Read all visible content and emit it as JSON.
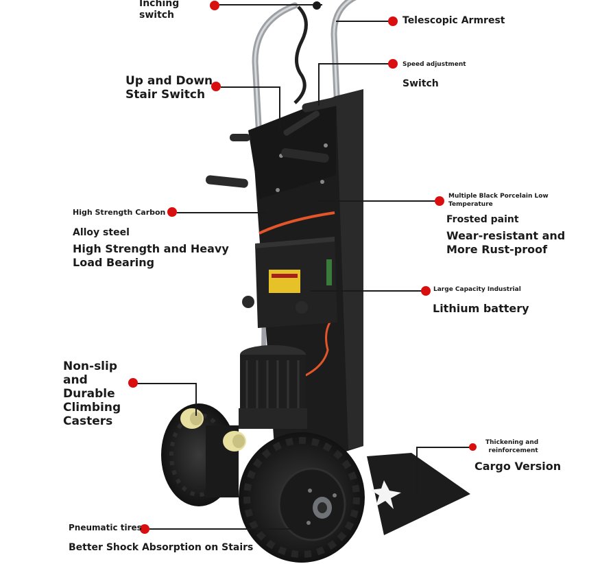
{
  "labels": {
    "inching_switch": [
      "Inching",
      "switch"
    ],
    "telescopic_armrest": "Telescopic Armrest",
    "speed_adjustment": "Speed adjustment",
    "speed_switch": "Switch",
    "up_down_switch": [
      "Up and Down",
      "Stair Switch"
    ],
    "high_strength_carbon": "High Strength Carbon",
    "alloy_steel": "Alloy steel",
    "load_bearing": [
      "High Strength and Heavy",
      "Load Bearing"
    ],
    "porcelain": [
      "Multiple Black Porcelain Low",
      "Temperature"
    ],
    "frosted_paint": "Frosted paint",
    "wear_resistant": [
      "Wear-resistant and",
      "More Rust-proof"
    ],
    "large_capacity": "Large Capacity Industrial",
    "lithium_battery": "Lithium battery",
    "casters": [
      "Non-slip",
      "and",
      "Durable",
      "Climbing",
      "Casters"
    ],
    "thickening": [
      "Thickening and",
      "reinforcement"
    ],
    "cargo_version": "Cargo Version",
    "pneumatic_tires": "Pneumatic tires",
    "shock_absorption": "Better Shock Absorption on Stairs"
  },
  "colors": {
    "dot": "#d90f0f",
    "text": "#1a1a1a",
    "frame": "#1e1e1e",
    "tube": "#b9bcbf",
    "caster": "#e6dfa0"
  }
}
